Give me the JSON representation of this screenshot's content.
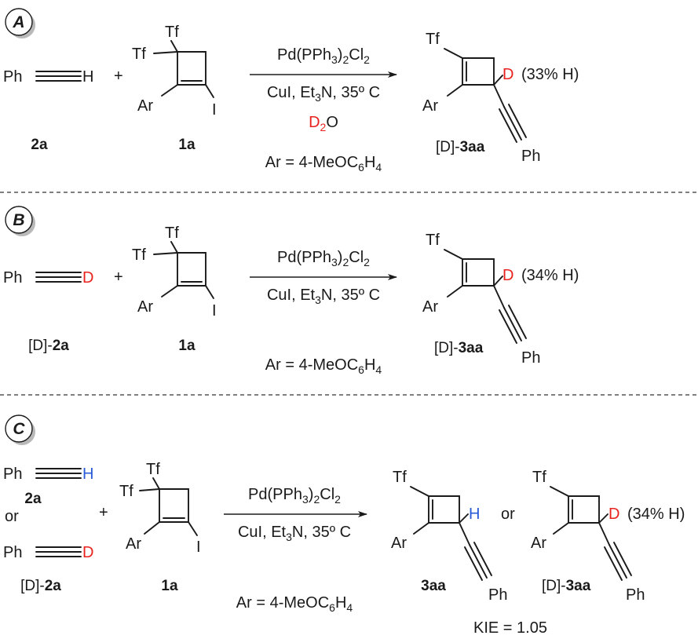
{
  "panels": {
    "A": {
      "badge": "A",
      "alkyne_terminal": "H",
      "alkyne_label": "2a",
      "plus": "+",
      "substrate_label": "1a",
      "reagent": "Pd(PPh3)2Cl2",
      "conditions": "CuI, Et3N, 35º C",
      "additive": "D2O",
      "ar_def": "Ar = 4-MeOC6H4",
      "product_atom": "D",
      "product_note": "(33% H)",
      "product_label_prefix": "[D]-",
      "product_label": "3aa"
    },
    "B": {
      "badge": "B",
      "alkyne_terminal": "D",
      "alkyne_label_prefix": "[D]-",
      "alkyne_label": "2a",
      "plus": "+",
      "substrate_label": "1a",
      "reagent": "Pd(PPh3)2Cl2",
      "conditions": "CuI, Et3N, 35º C",
      "ar_def": "Ar = 4-MeOC6H4",
      "product_atom": "D",
      "product_note": "(34% H)",
      "product_label_prefix": "[D]-",
      "product_label": "3aa"
    },
    "C": {
      "badge": "C",
      "alkyne1_terminal": "H",
      "alkyne1_label": "2a",
      "or_word": "or",
      "alkyne2_terminal": "D",
      "alkyne2_label_prefix": "[D]-",
      "alkyne2_label": "2a",
      "plus": "+",
      "substrate_label": "1a",
      "reagent": "Pd(PPh3)2Cl2",
      "conditions": "CuI, Et3N, 35º C",
      "ar_def": "Ar = 4-MeOC6H4",
      "product1_atom": "H",
      "product1_label": "3aa",
      "or_between": "or",
      "product2_atom": "D",
      "product2_note": "(34% H)",
      "product2_label_prefix": "[D]-",
      "product2_label": "3aa",
      "kie": "KIE = 1.05"
    }
  },
  "common": {
    "ph": "Ph",
    "tf": "Tf",
    "ar": "Ar",
    "iodo": "I"
  },
  "colors": {
    "deuterium": "#e8231f",
    "hydrogen_highlight": "#2a5bd7",
    "ink": "#1a1a1a"
  }
}
